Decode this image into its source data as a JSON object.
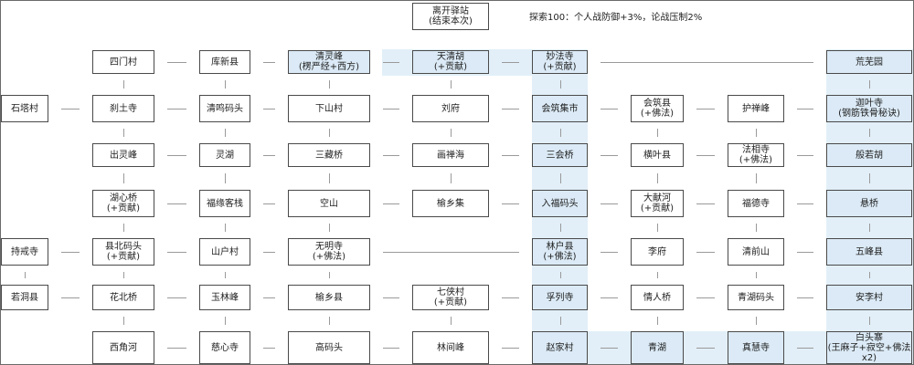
{
  "note": "探索100：个人战防御+3%，论战压制2%",
  "exit": {
    "label": "离开驿站\n(结束本次)"
  },
  "columns": [
    [
      "",
      "",
      "石塔村",
      "",
      "",
      "持戒寺",
      "若洞县",
      ""
    ],
    [
      "",
      "四门村",
      "刹土寺",
      "出灵峰",
      "湖心桥\n(+贡献)",
      "县北码头\n(+贡献)",
      "花北桥",
      "西角河"
    ],
    [
      "",
      "库新县",
      "清鸣码头",
      "灵湖",
      "福缘客栈",
      "山户村",
      "玉林峰",
      "慈心寺"
    ],
    [
      "",
      "清灵峰\n(楞严经+西方)",
      "下山村",
      "三藏桥",
      "空山",
      "无明寺\n(+佛法)",
      "榆乡县",
      "高码头"
    ],
    [
      "",
      "天清胡\n(+贡献)",
      "刘府",
      "画禅海",
      "榆乡集",
      "",
      "七侠村\n(+贡献)",
      "林间峰"
    ],
    [
      "",
      "妙法寺\n(+贡献)",
      "会筑集市",
      "三会桥",
      "入福码头",
      "林户县\n(+佛法)",
      "孚列寺",
      "赵家村"
    ],
    [
      "",
      "",
      "会筑县\n(+佛法)",
      "横叶县",
      "大献河\n(+贡献)",
      "李府",
      "情人桥",
      "青湖"
    ],
    [
      "",
      "",
      "护禅峰",
      "法相寺\n(+佛法)",
      "福德寺",
      "清前山",
      "青湖码头",
      "真慧寺"
    ],
    [
      "",
      "荒芜园",
      "迦叶寺\n(钢筋铁骨秘诀)",
      "般若胡",
      "悬桥",
      "五峰县",
      "安李村",
      "白头寨\n(王麻子+寂空+佛法x2)"
    ]
  ],
  "colors": {
    "highlight": "#dbeaf6",
    "border": "#4a4a4a",
    "line": "#9a9a9a"
  }
}
